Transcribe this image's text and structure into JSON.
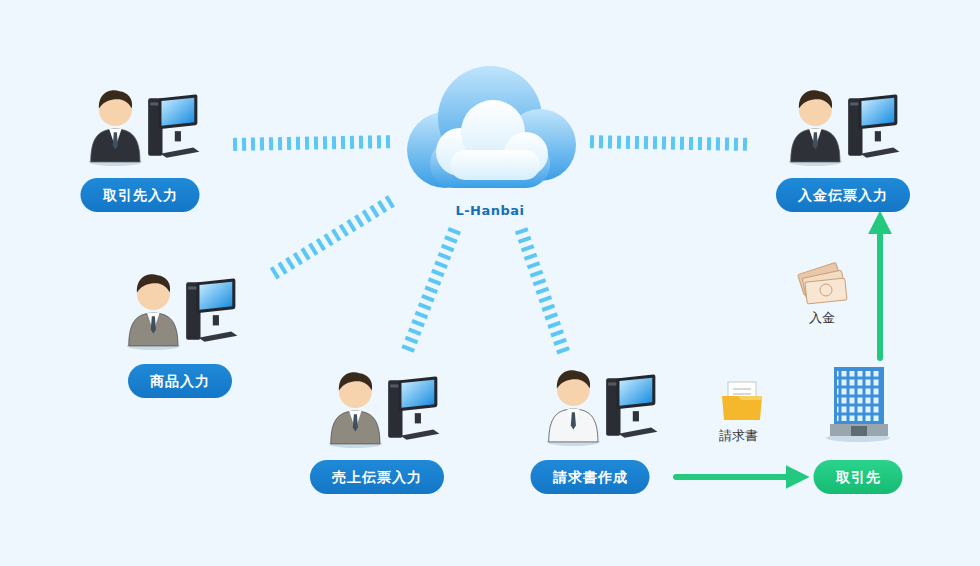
{
  "diagram": {
    "nodes": [
      {
        "text": [
          "取引先入力"
        ]
      },
      {
        "text": [
          "L-Hanbai"
        ]
      },
      {
        "text": [
          "入金伝票入力"
        ]
      },
      {
        "text": [
          "商品入力"
        ]
      },
      {
        "text": [
          "売上伝票入力"
        ]
      },
      {
        "text": [
          "請求書作成"
        ]
      },
      {
        "text": [
          "取引先"
        ]
      }
    ],
    "edges": [
      {
        "from": 1,
        "to": 0,
        "arrow": "none"
      },
      {
        "from": 1,
        "to": 2,
        "arrow": "none"
      },
      {
        "from": 1,
        "to": 3,
        "arrow": "none"
      },
      {
        "from": 1,
        "to": 4,
        "arrow": "none"
      },
      {
        "from": 1,
        "to": 5,
        "arrow": "none"
      },
      {
        "from": 5,
        "to": 6,
        "label": "請求書",
        "arrow": "to"
      },
      {
        "from": 6,
        "to": 2,
        "label": "入金",
        "arrow": "to"
      }
    ]
  }
}
